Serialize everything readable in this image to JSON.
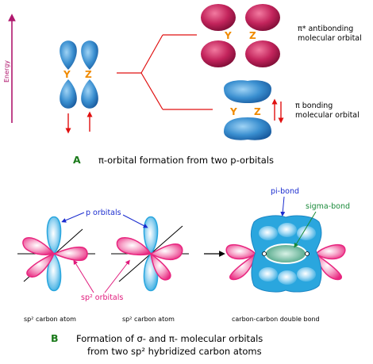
{
  "colors": {
    "p_orbital": "#2a7fc8",
    "antibonding": "#c3245c",
    "sp2_orbital": "#e8267f",
    "sigma_bond": "#3c9b7a",
    "energy_arrow": "#b0186e",
    "yz_label": "#f08a00",
    "electron_arrow": "#e01010"
  },
  "part_a": {
    "axis_label": "Energy",
    "atom_labels": {
      "left": "Y",
      "right": "Z"
    },
    "antibonding_label": [
      "π* antibonding",
      "molecular orbital"
    ],
    "bonding_label": [
      "π bonding",
      "molecular orbital"
    ],
    "section_letter": "A",
    "caption": "π-orbital formation from two p-orbitals"
  },
  "part_b": {
    "labels": {
      "p_orbitals": "p orbitals",
      "sp2_orbitals": "sp² orbitals",
      "pi_bond": "pi-bond",
      "sigma_bond": "sigma-bond",
      "atom1": "sp² carbon atom",
      "atom2": "sp² carbon atom",
      "double_bond": "carbon-carbon double bond"
    },
    "section_letter": "B",
    "caption_line1": "Formation of σ- and π- molecular orbitals",
    "caption_line2": "from two sp² hybridized carbon atoms"
  }
}
